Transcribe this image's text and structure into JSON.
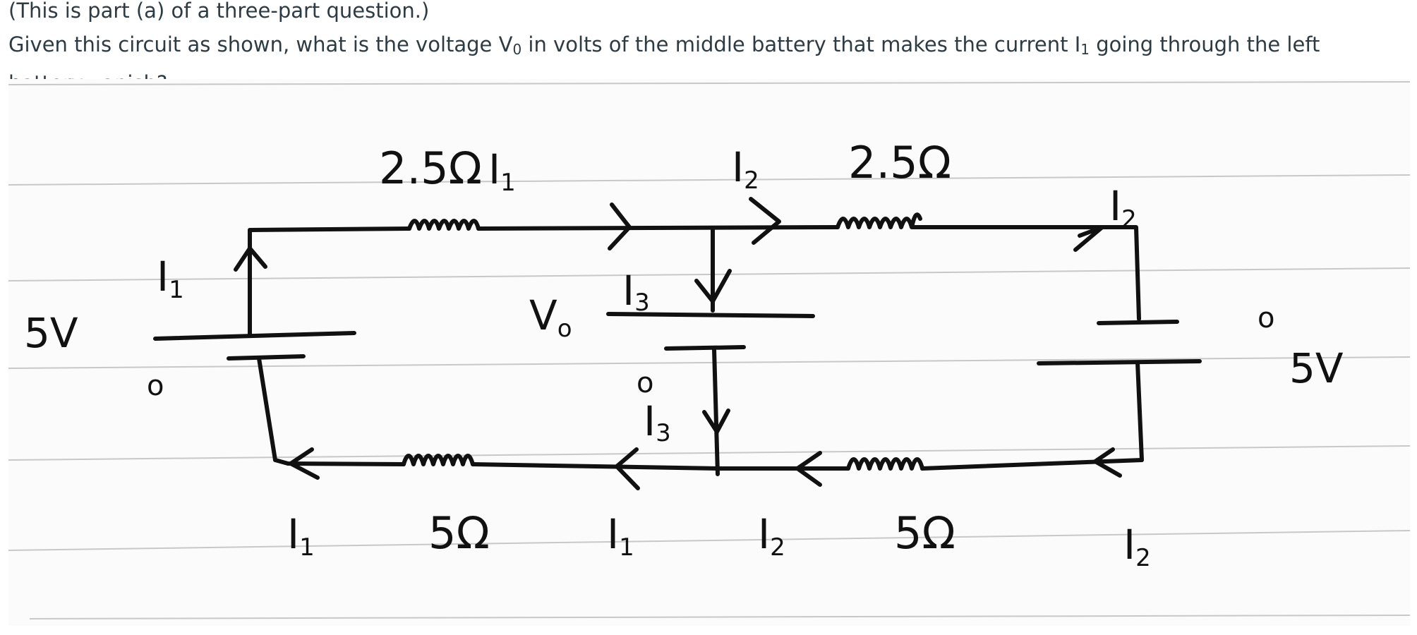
{
  "question": {
    "part_note": "(This is part (a) of a three-part question.)",
    "text_1": "Given this circuit as shown, what is the voltage V",
    "sub_0": "0",
    "text_2": " in volts of the middle battery that makes the current I",
    "sub_1": "1",
    "text_3": " going through the left battery vanish?"
  },
  "figure": {
    "labels": {
      "left_battery_voltage": "5V",
      "left_battery_polarity": "o",
      "middle_battery_voltage": "V",
      "middle_battery_voltage_sub": "o",
      "middle_battery_polarity": "o",
      "right_battery_voltage": "5V",
      "right_battery_polarity": "o",
      "top_left_resistor": "2.5Ω",
      "top_right_resistor": "2.5Ω",
      "bottom_left_resistor": "5Ω",
      "bottom_right_resistor": "5Ω",
      "i1": "I",
      "i1_sub": "1",
      "i2": "I",
      "i2_sub": "2",
      "i3": "I",
      "i3_sub": "3"
    }
  }
}
